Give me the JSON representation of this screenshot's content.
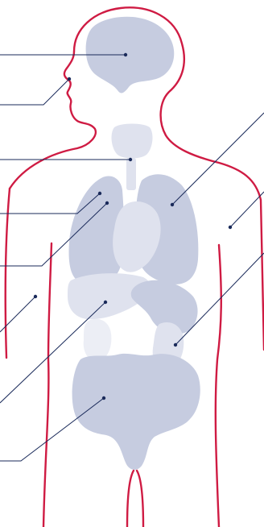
{
  "diagram": {
    "subject": "human-anatomy",
    "colors": {
      "outline": "#cf1b43",
      "organ_fill": "#c6cce0",
      "organ_fill_light": "#dfe2ee",
      "organ_fill_lighter": "#eceef5",
      "leader_line": "#1a2a5a",
      "background": "#ffffff"
    },
    "organs": [
      {
        "id": "brain",
        "name": "brain"
      },
      {
        "id": "mouth",
        "name": "mouth"
      },
      {
        "id": "thyroid",
        "name": "thyroid"
      },
      {
        "id": "lung-left",
        "name": "lung"
      },
      {
        "id": "lung-right",
        "name": "lung"
      },
      {
        "id": "heart",
        "name": "heart"
      },
      {
        "id": "liver",
        "name": "liver"
      },
      {
        "id": "stomach",
        "name": "stomach"
      },
      {
        "id": "kidney",
        "name": "kidney"
      },
      {
        "id": "intestines",
        "name": "intestines"
      },
      {
        "id": "arm",
        "name": "arm"
      }
    ]
  }
}
